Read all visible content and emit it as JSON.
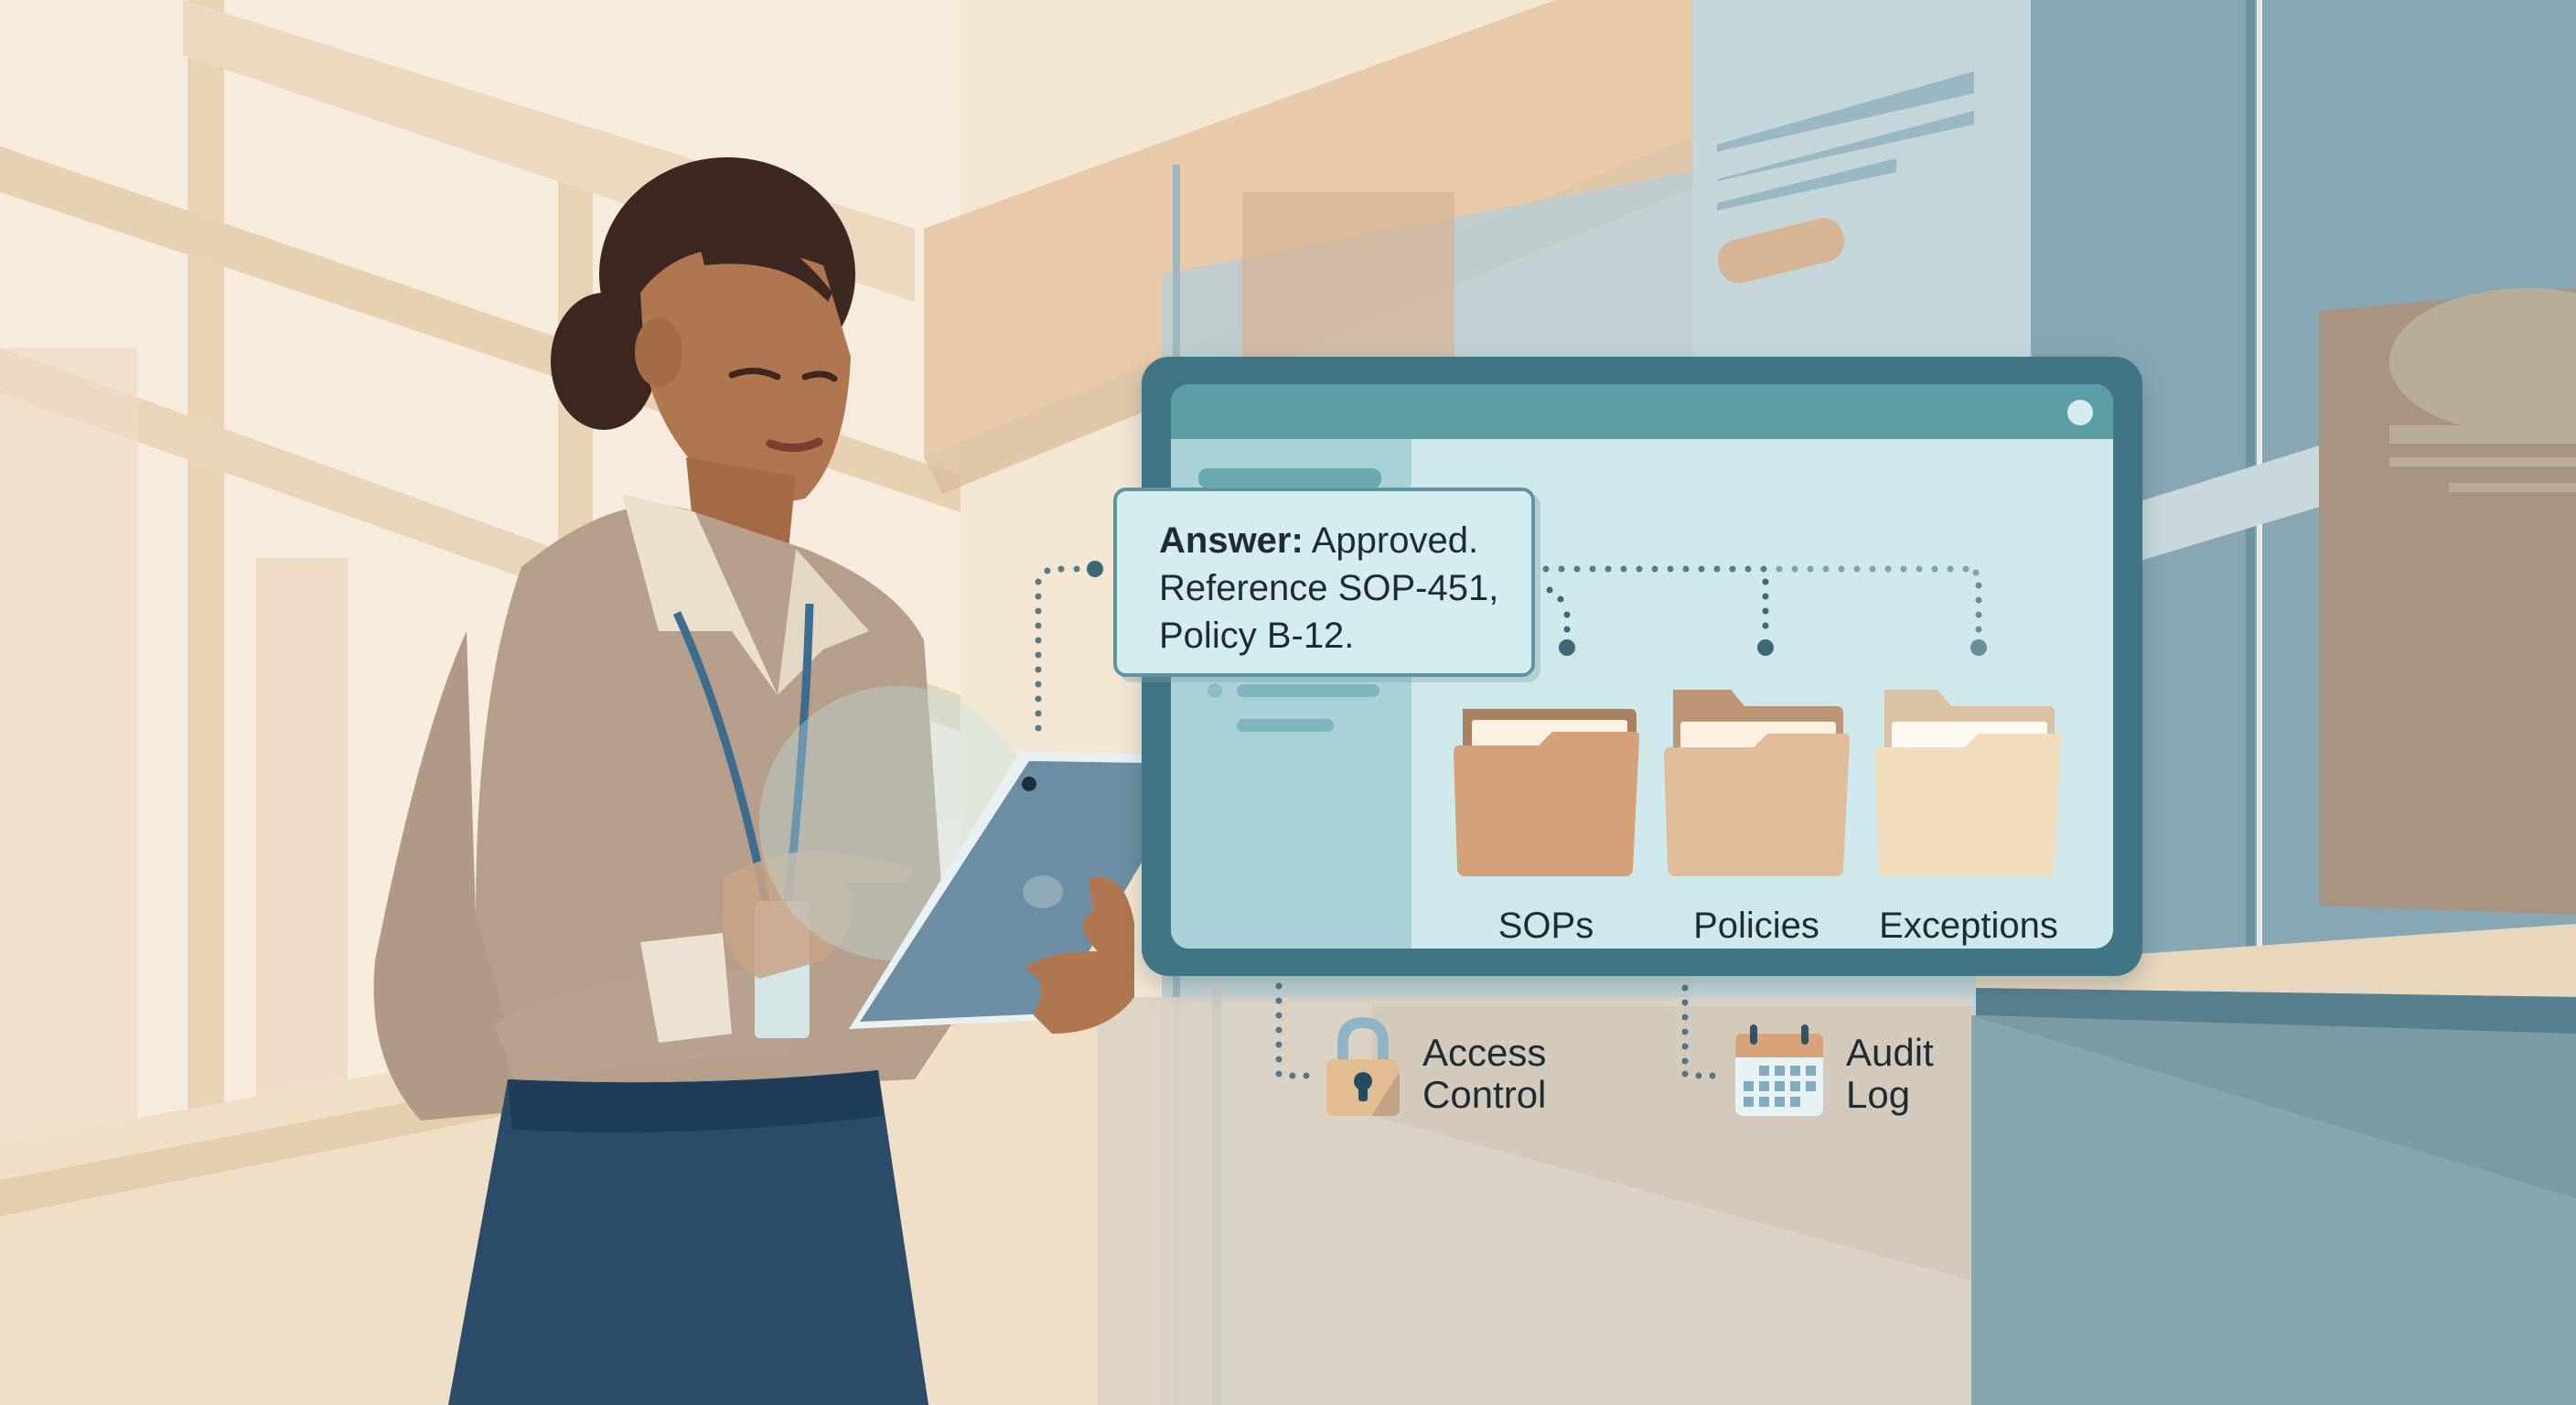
{
  "scene": {
    "description": "Woman in beige blouse and navy skirt holding a tablet, next to a floating document-management screen",
    "colors": {
      "warm_bg": "#efe2cf",
      "cool_bg": "#9fb8c1",
      "monitor_frame": "#3f7585",
      "screen_bg": "#cfe8ec",
      "titlebar": "#5b9ea6",
      "sidebar": "#a8d1d8",
      "text_dark": "#1e2b33",
      "connector": "#3c6878"
    }
  },
  "callout": {
    "label": "Answer:",
    "status": "Approved.",
    "line2": "Reference SOP-451,",
    "line3": "Policy B-12."
  },
  "folders": [
    {
      "label": "SOPs",
      "icon": "folder-icon",
      "color": "#d4a077"
    },
    {
      "label": "Policies",
      "icon": "folder-icon",
      "color": "#e0bd98"
    },
    {
      "label": "Exceptions",
      "icon": "folder-icon",
      "color": "#f1dcbc"
    }
  ],
  "features": [
    {
      "line1": "Access",
      "line2": "Control",
      "icon": "lock-icon"
    },
    {
      "line1": "Audit",
      "line2": "Log",
      "icon": "calendar-icon"
    }
  ]
}
